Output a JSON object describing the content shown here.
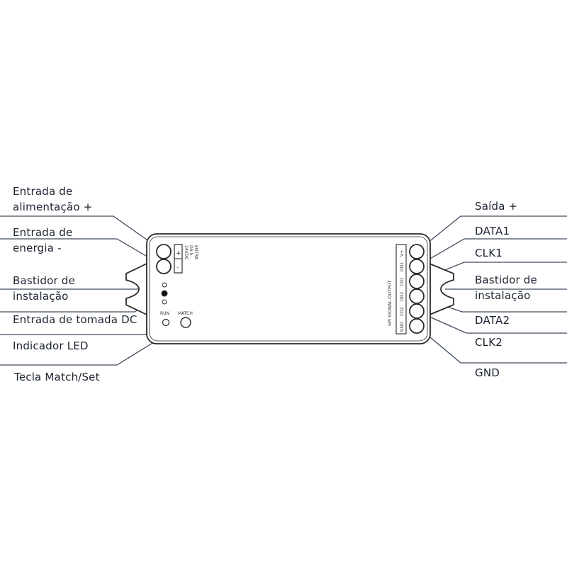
{
  "labels_left": [
    {
      "id": "power-in-plus",
      "lines": [
        "Entrada de",
        "alimentação +"
      ]
    },
    {
      "id": "power-in-minus",
      "lines": [
        "Entrada de",
        "energia -"
      ]
    },
    {
      "id": "mount-left",
      "lines": [
        "Bastidor de",
        "instalação"
      ]
    },
    {
      "id": "dc-jack",
      "lines": [
        "Entrada de tomada DC"
      ]
    },
    {
      "id": "led",
      "lines": [
        "Indicador LED"
      ]
    },
    {
      "id": "match-key",
      "lines": [
        "Tecla Match/Set"
      ]
    }
  ],
  "labels_right": [
    {
      "id": "out-plus",
      "lines": [
        "Saída +"
      ]
    },
    {
      "id": "data1",
      "lines": [
        "DATA1"
      ]
    },
    {
      "id": "clk1",
      "lines": [
        "CLK1"
      ]
    },
    {
      "id": "mount-right",
      "lines": [
        "Bastidor de",
        "instalação"
      ]
    },
    {
      "id": "data2",
      "lines": [
        "DATA2"
      ]
    },
    {
      "id": "clk2",
      "lines": [
        "CLK2"
      ]
    },
    {
      "id": "gnd",
      "lines": [
        "GND"
      ]
    }
  ],
  "device": {
    "input_header": [
      "ENTRA",
      "DA 5-",
      "24VDC"
    ],
    "input_signs": [
      "+",
      "-"
    ],
    "run_label": "RUN",
    "match_label": "MATCH",
    "output_header": "SPI SIGNAL OUTPUT",
    "output_pins": [
      "V+",
      "DO1",
      "CO1",
      "DO2",
      "CO2",
      "GND"
    ]
  },
  "colors": {
    "line": "#3d4a5c",
    "outline": "#2a2a2a",
    "text": "#1b2330"
  }
}
